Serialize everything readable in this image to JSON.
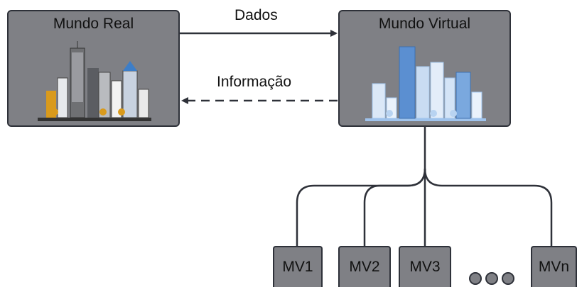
{
  "nodes": {
    "real_world": {
      "label": "Mundo Real"
    },
    "virtual_world": {
      "label": "Mundo Virtual"
    },
    "virtual_models": [
      {
        "label": "MV1"
      },
      {
        "label": "MV2"
      },
      {
        "label": "MV3"
      },
      {
        "label": "MVn"
      }
    ]
  },
  "edges": {
    "data_flow": {
      "label": "Dados"
    },
    "information_flow": {
      "label": "Informação"
    }
  },
  "colors": {
    "box_fill": "#7f8085",
    "stroke": "#2e3139",
    "real_city_accent": "#d99a1c",
    "virtual_city_tint": "#9fc3ec"
  }
}
